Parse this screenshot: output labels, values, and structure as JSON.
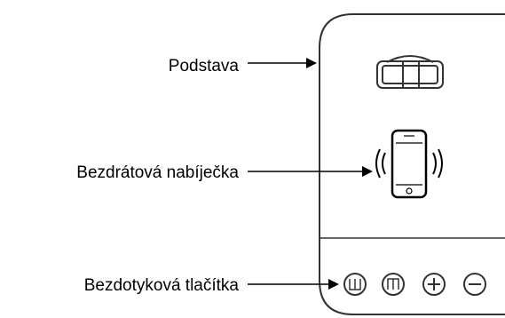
{
  "labels": {
    "base": "Podstava",
    "wireless_charger": "Bezdrátová nabíječka",
    "touch_buttons": "Bezdotyková tlačítka"
  },
  "colors": {
    "stroke": "#333333",
    "text": "#000000",
    "background": "#ffffff"
  },
  "icons": {
    "base": "base-icon",
    "phone": "phone-charging-icon",
    "buttons": [
      "w-button-icon",
      "m-button-icon",
      "plus-icon",
      "minus-icon"
    ]
  }
}
